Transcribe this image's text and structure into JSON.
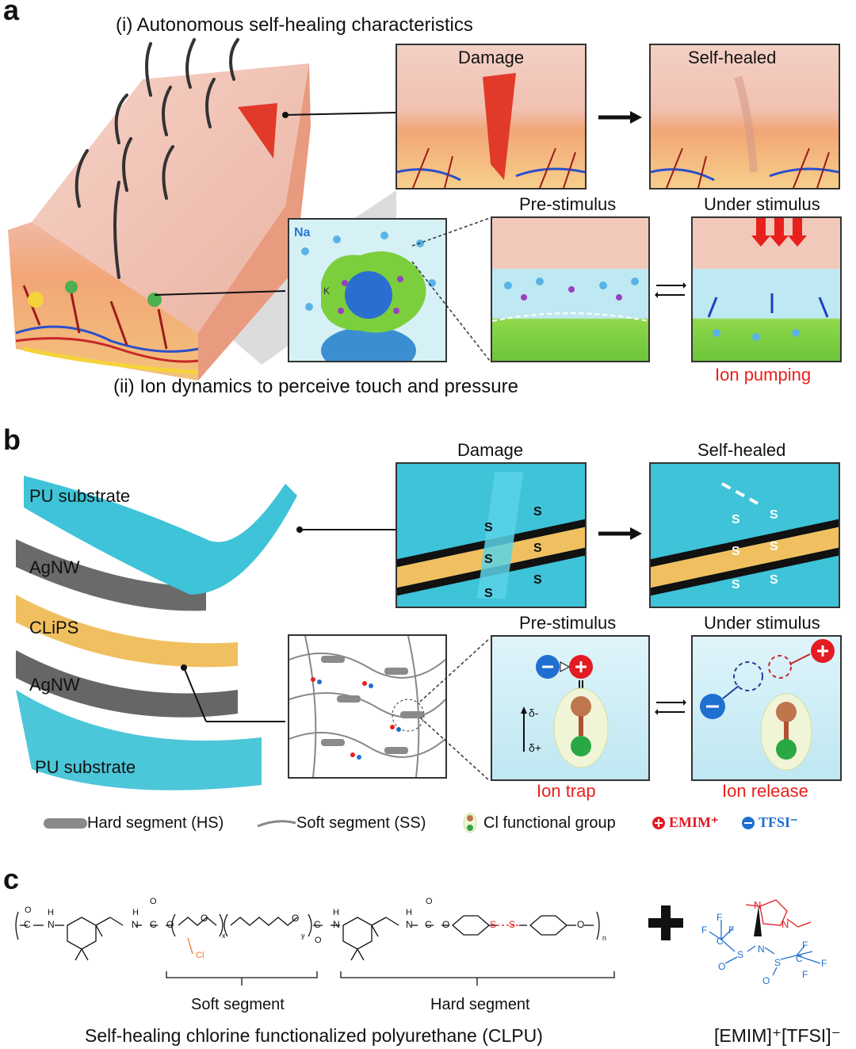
{
  "panel_a": {
    "letter": "a",
    "title_i": "(i) Autonomous self-healing characteristics",
    "title_ii": "(ii) Ion dynamics to perceive touch and pressure",
    "damage": "Damage",
    "self_healed": "Self-healed",
    "pre_stimulus": "Pre-stimulus",
    "under_stimulus": "Under stimulus",
    "ion_pumping": "Ion pumping",
    "na_label": "Na",
    "k_label": "K"
  },
  "panel_b": {
    "letter": "b",
    "pu_top": "PU substrate",
    "agnw_top": "AgNW",
    "clips": "CLiPS",
    "agnw_bottom": "AgNW",
    "pu_bottom": "PU substrate",
    "damage": "Damage",
    "self_healed": "Self-healed",
    "pre_stimulus": "Pre-stimulus",
    "under_stimulus": "Under stimulus",
    "ion_trap": "Ion trap",
    "ion_release": "Ion release",
    "s": "S",
    "delta_minus": "δ-",
    "delta_plus": "δ+",
    "legend": {
      "hard_segment": "Hard segment (HS)",
      "soft_segment": "Soft segment (SS)",
      "cl_group": "Cl functional group",
      "emim": "EMIM⁺",
      "tfsi": "TFSI⁻"
    },
    "colors": {
      "emim": "#e31b23",
      "tfsi": "#1e6fd0",
      "cyan": "#33c3d9",
      "gold": "#f0c060"
    }
  },
  "panel_c": {
    "letter": "c",
    "soft_segment": "Soft segment",
    "hard_segment": "Hard segment",
    "clpu_caption": "Self-healing chlorine functionalized polyurethane (CLPU)",
    "il_caption": "[EMIM]⁺[TFSI]⁻",
    "atoms": {
      "O": "O",
      "C": "C",
      "H": "H",
      "N": "N",
      "Cl": "Cl",
      "S": "S",
      "F": "F"
    },
    "subscripts": {
      "x": "x",
      "y": "y",
      "n": "n"
    }
  }
}
